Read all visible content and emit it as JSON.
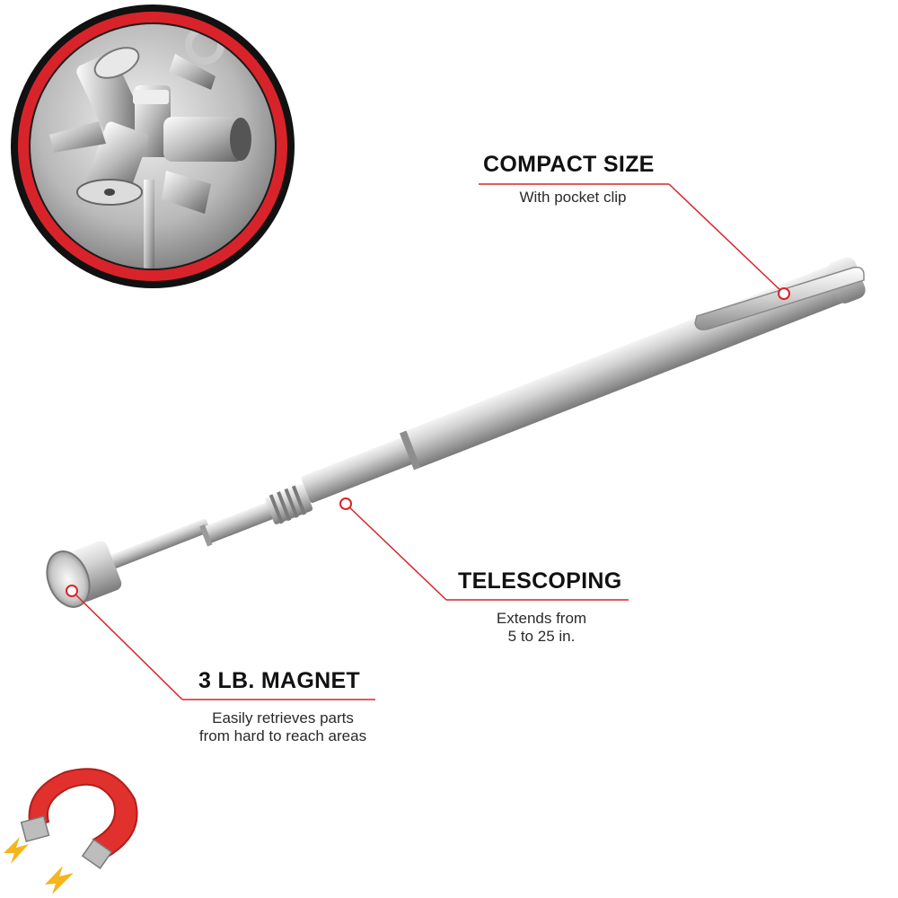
{
  "callouts": {
    "compact": {
      "title": "COMPACT SIZE",
      "lines": [
        "With pocket clip"
      ]
    },
    "telescoping": {
      "title": "TELESCOPING",
      "lines": [
        "Extends from",
        "5 to 25 in."
      ]
    },
    "magnet": {
      "title": "3 LB. MAGNET",
      "lines": [
        "Easily retrieves parts",
        "from hard to reach areas"
      ]
    }
  },
  "colors": {
    "accent": "#d9232a",
    "steel_light": "#e6e6e6",
    "steel_mid": "#b4b4b4",
    "steel_dark": "#7c7c7c",
    "magnet_red": "#e0312d",
    "bolt_yellow": "#f5b51e"
  },
  "icons": {
    "inset": "magnet-picking-up-bolts-image",
    "badge": "horseshoe-magnet-icon"
  }
}
